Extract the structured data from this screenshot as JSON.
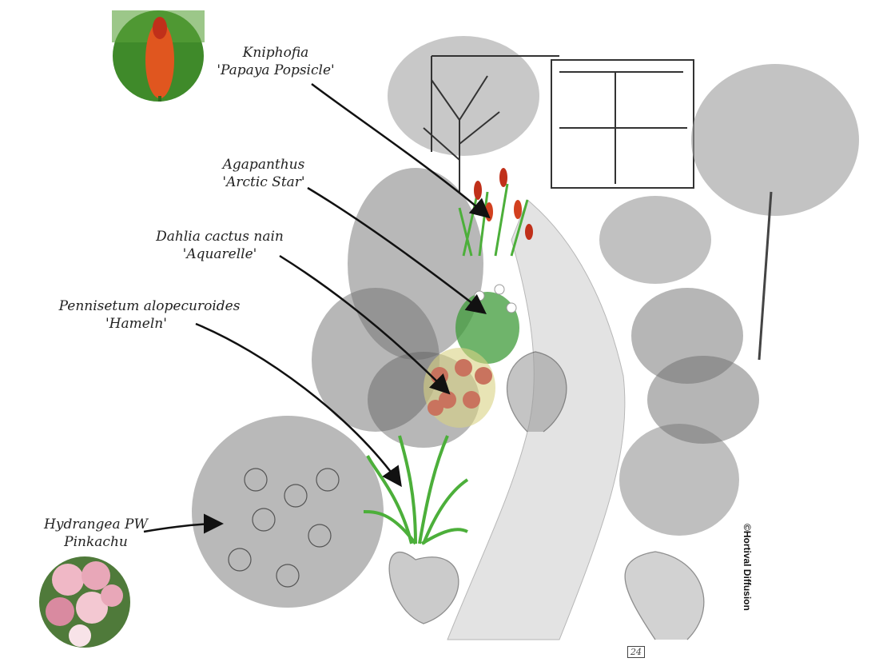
{
  "plants": [
    {
      "line1": "Kniphofia",
      "line2": "'Papaya Popsicle'"
    },
    {
      "line1": "Agapanthus",
      "line2": "'Arctic Star'"
    },
    {
      "line1": "Dahlia cactus nain",
      "line2": "'Aquarelle'"
    },
    {
      "line1": "Pennisetum alopecuroides",
      "line2": "'Hameln'"
    },
    {
      "line1": "Hydrangea PW",
      "line2": "Pinkachu"
    }
  ],
  "credit": "©Hortival Diffusion",
  "signature": "24",
  "colors": {
    "ink": "#222222",
    "kniphofia_flower": "#e0561f",
    "hydrangea_flower": "#e8a7b8",
    "grass_green": "#4caf3a",
    "dahlia": "#c9735e",
    "grey_wash": "#8c8c8c"
  }
}
